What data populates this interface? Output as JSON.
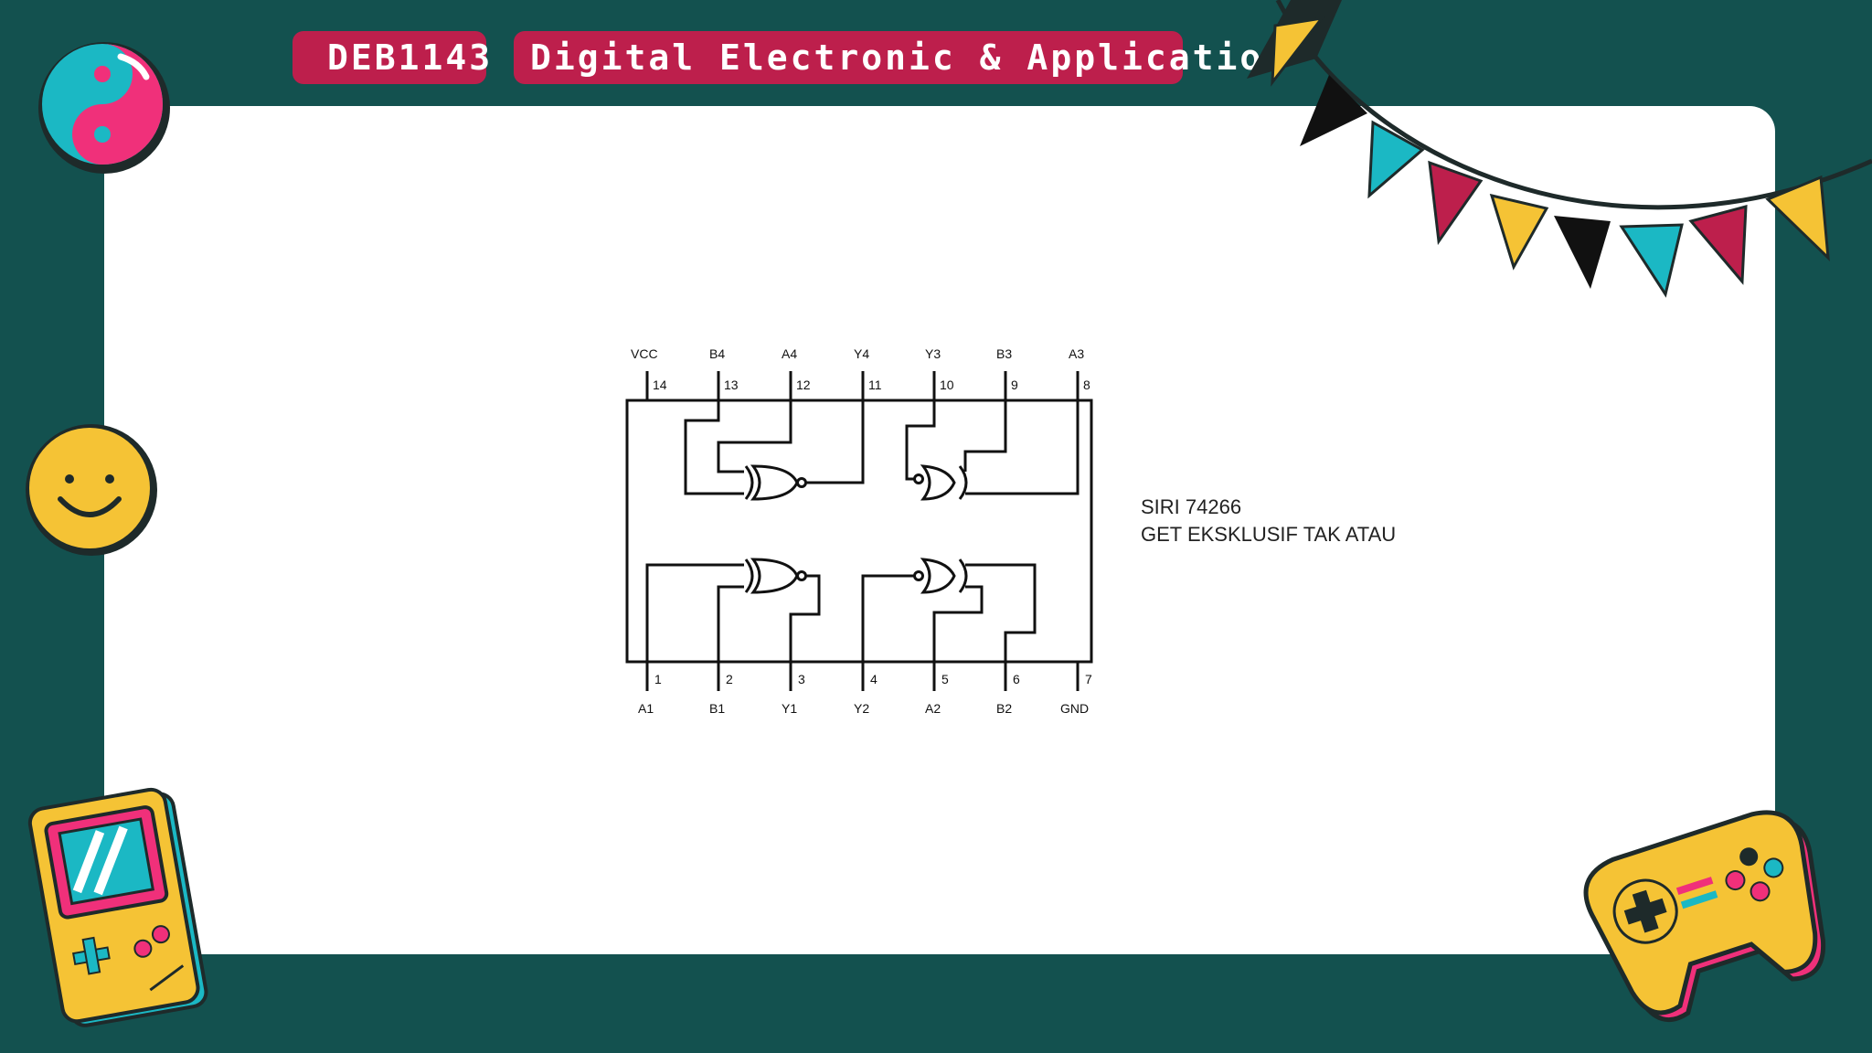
{
  "header": {
    "course_code": "DEB1143",
    "course_title": "Digital Electronic & Application"
  },
  "diagram": {
    "top_pins": [
      {
        "label": "VCC",
        "number": "14"
      },
      {
        "label": "B4",
        "number": "13"
      },
      {
        "label": "A4",
        "number": "12"
      },
      {
        "label": "Y4",
        "number": "11"
      },
      {
        "label": "Y3",
        "number": "10"
      },
      {
        "label": "B3",
        "number": "9"
      },
      {
        "label": "A3",
        "number": "8"
      }
    ],
    "bottom_pins": [
      {
        "label": "A1",
        "number": "1"
      },
      {
        "label": "B1",
        "number": "2"
      },
      {
        "label": "Y1",
        "number": "3"
      },
      {
        "label": "Y2",
        "number": "4"
      },
      {
        "label": "A2",
        "number": "5"
      },
      {
        "label": "B2",
        "number": "6"
      },
      {
        "label": "GND",
        "number": "7"
      }
    ]
  },
  "caption": {
    "line1": "SIRI 74266",
    "line2": "GET EKSKLUSIF TAK ATAU"
  },
  "colors": {
    "background": "#13514f",
    "panel": "#ffffff",
    "pill": "#bd1f4c",
    "teal": "#1bb8c4",
    "pink": "#f0307a",
    "yellow": "#f5c335",
    "crimson": "#bd1f4c"
  },
  "decorations": [
    "yin-yang-icon",
    "smiley-icon",
    "game-console-icon",
    "gamepad-icon",
    "bunting-icon"
  ]
}
